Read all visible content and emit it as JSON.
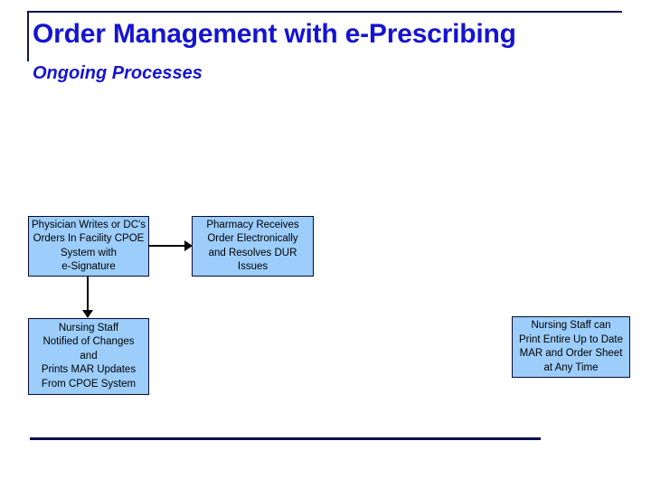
{
  "slide": {
    "title": "Order Management with e-Prescribing",
    "subtitle": "Ongoing Processes",
    "accent_color": "#1414d2",
    "rule_color": "#141454",
    "box_fill_color": "#9ccdfb",
    "box_border_color": "#0a0a2e",
    "connector_color": "#000000"
  },
  "diagram": {
    "type": "flowchart",
    "boxes": [
      {
        "id": "physician-cpoe",
        "text": "Physician Writes or DC's\nOrders In Facility CPOE\nSystem with\ne-Signature"
      },
      {
        "id": "pharmacy-receives",
        "text": "Pharmacy Receives\nOrder Electronically\nand Resolves DUR\nIssues"
      },
      {
        "id": "nursing-notified",
        "text": "Nursing Staff\nNotified of Changes\nand\nPrints MAR Updates\nFrom CPOE System"
      },
      {
        "id": "nursing-print-mar",
        "text": "Nursing Staff can\nPrint Entire Up to Date\nMAR and Order Sheet\nat Any Time"
      }
    ],
    "connectors": [
      {
        "from": "physician-cpoe",
        "to": "pharmacy-receives",
        "direction": "right"
      },
      {
        "from": "physician-cpoe",
        "to": "nursing-notified",
        "direction": "down"
      }
    ]
  }
}
